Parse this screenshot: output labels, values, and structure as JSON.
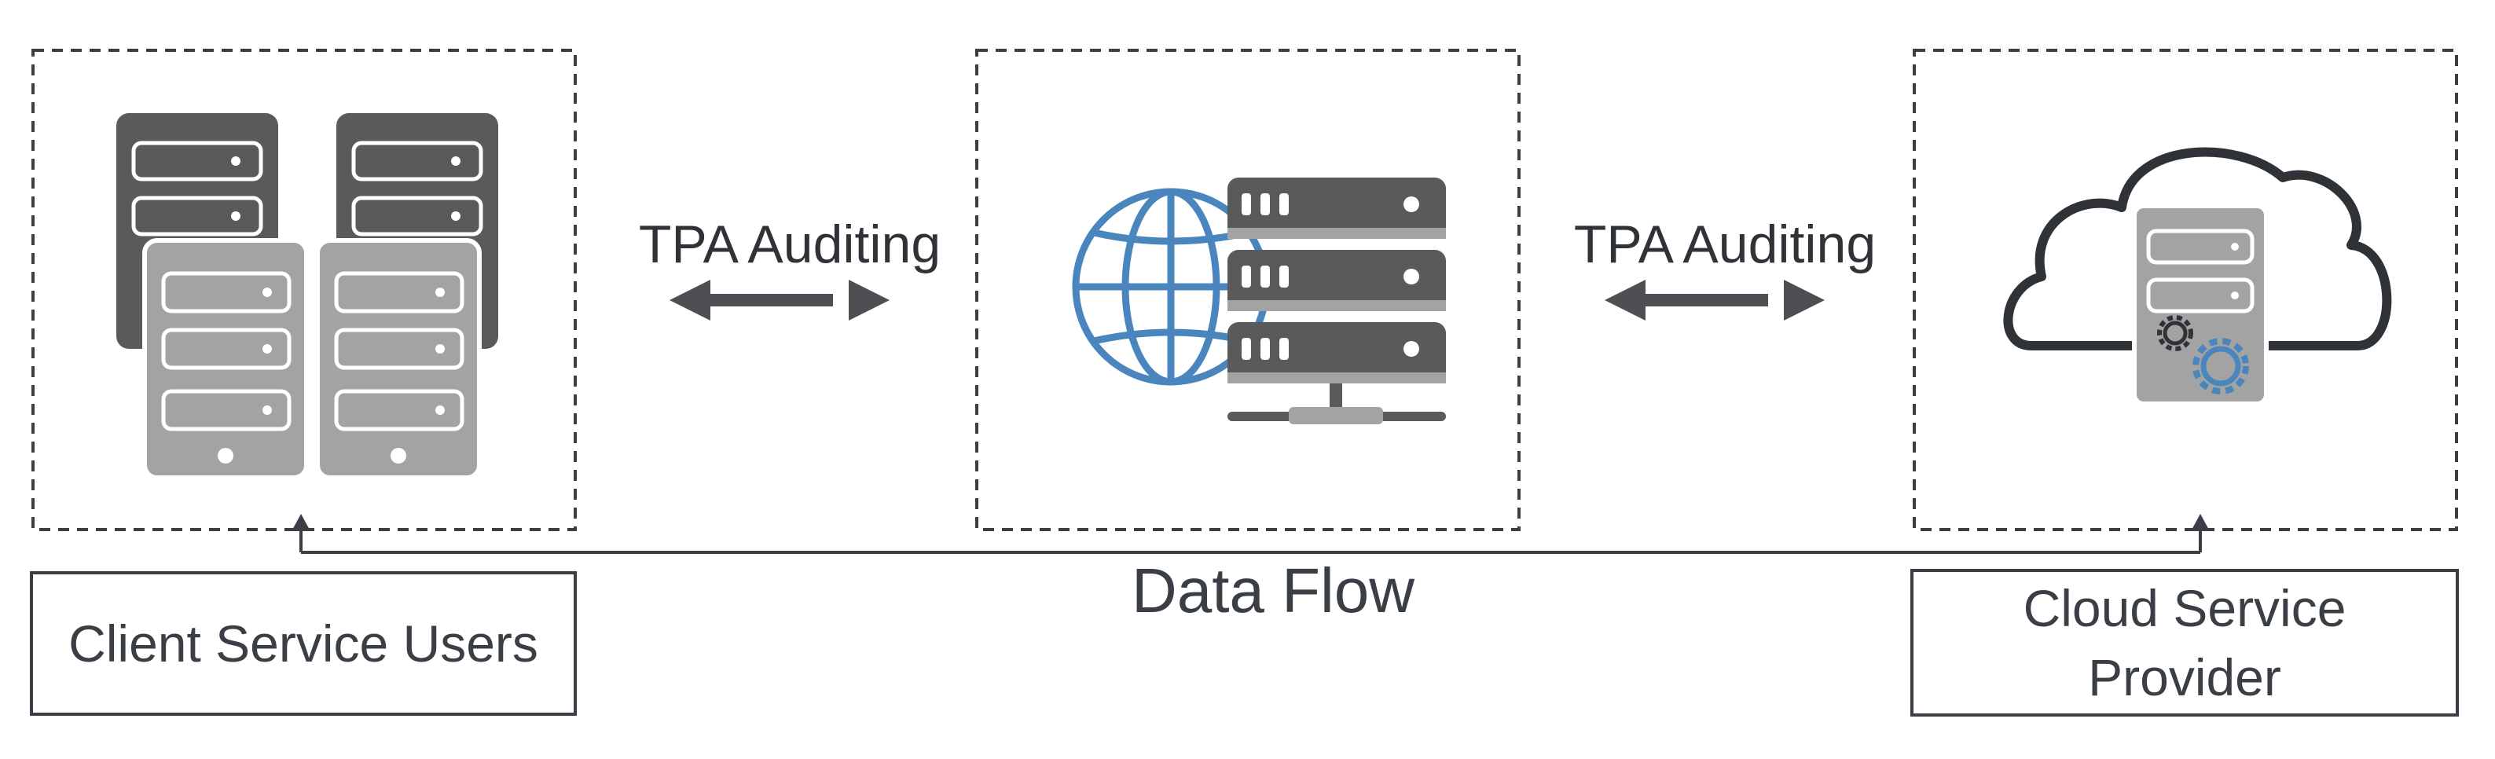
{
  "diagram": {
    "arrow_label_left": "TPA Auditing",
    "arrow_label_right": "TPA Auditing",
    "flow_label": "Data Flow",
    "client_label": "Client Service Users",
    "provider_label_line1": "Cloud Service",
    "provider_label_line2": "Provider"
  },
  "colors": {
    "dark_server": "#585a5c",
    "light_server": "#a3a3a3",
    "globe_blue": "#4a86bd",
    "outline": "#2f3338",
    "arrow": "#4d4f52"
  }
}
